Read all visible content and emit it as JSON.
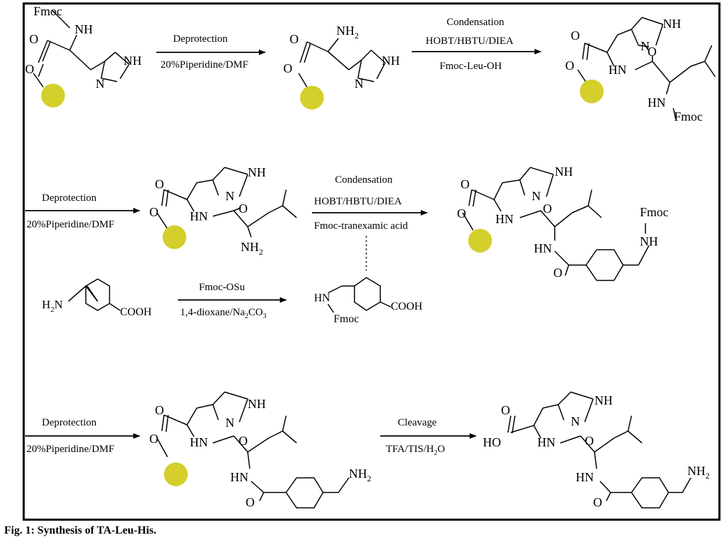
{
  "caption": "Fig. 1: Synthesis of TA-Leu-His.",
  "colors": {
    "resin": "#d4cf2a",
    "ink": "#000000"
  },
  "labels": {
    "fmoc": "Fmoc",
    "nh": "NH",
    "nh2": "NH",
    "nh2_sub": "2",
    "hn": "HN",
    "n": "N",
    "o": "O",
    "cooh": "COOH",
    "ho": "HO",
    "h2n": "H",
    "h2n_sub": "2",
    "h2n_n": "N"
  },
  "reactions": {
    "r1": {
      "above": "Deprotection",
      "below": "20%Piperidine/DMF"
    },
    "r2": {
      "above": "Condensation",
      "mid": "HOBT/HBTU/DIEA",
      "below": "Fmoc-Leu-OH"
    },
    "r3": {
      "above": "Deprotection",
      "below": "20%Piperidine/DMF"
    },
    "r4": {
      "above": "Condensation",
      "mid": "HOBT/HBTU/DIEA",
      "below": "Fmoc-tranexamic acid"
    },
    "r5": {
      "above": "Fmoc-OSu",
      "below_pre": "1,4-dioxane/Na",
      "below_sub": "2",
      "below_post": "CO",
      "below_sub2": "3"
    },
    "r6": {
      "above": "Deprotection",
      "below": "20%Piperidine/DMF"
    },
    "r7": {
      "above": "Cleavage",
      "below_pre": "TFA/TIS/H",
      "below_sub": "2",
      "below_post": "O"
    }
  }
}
